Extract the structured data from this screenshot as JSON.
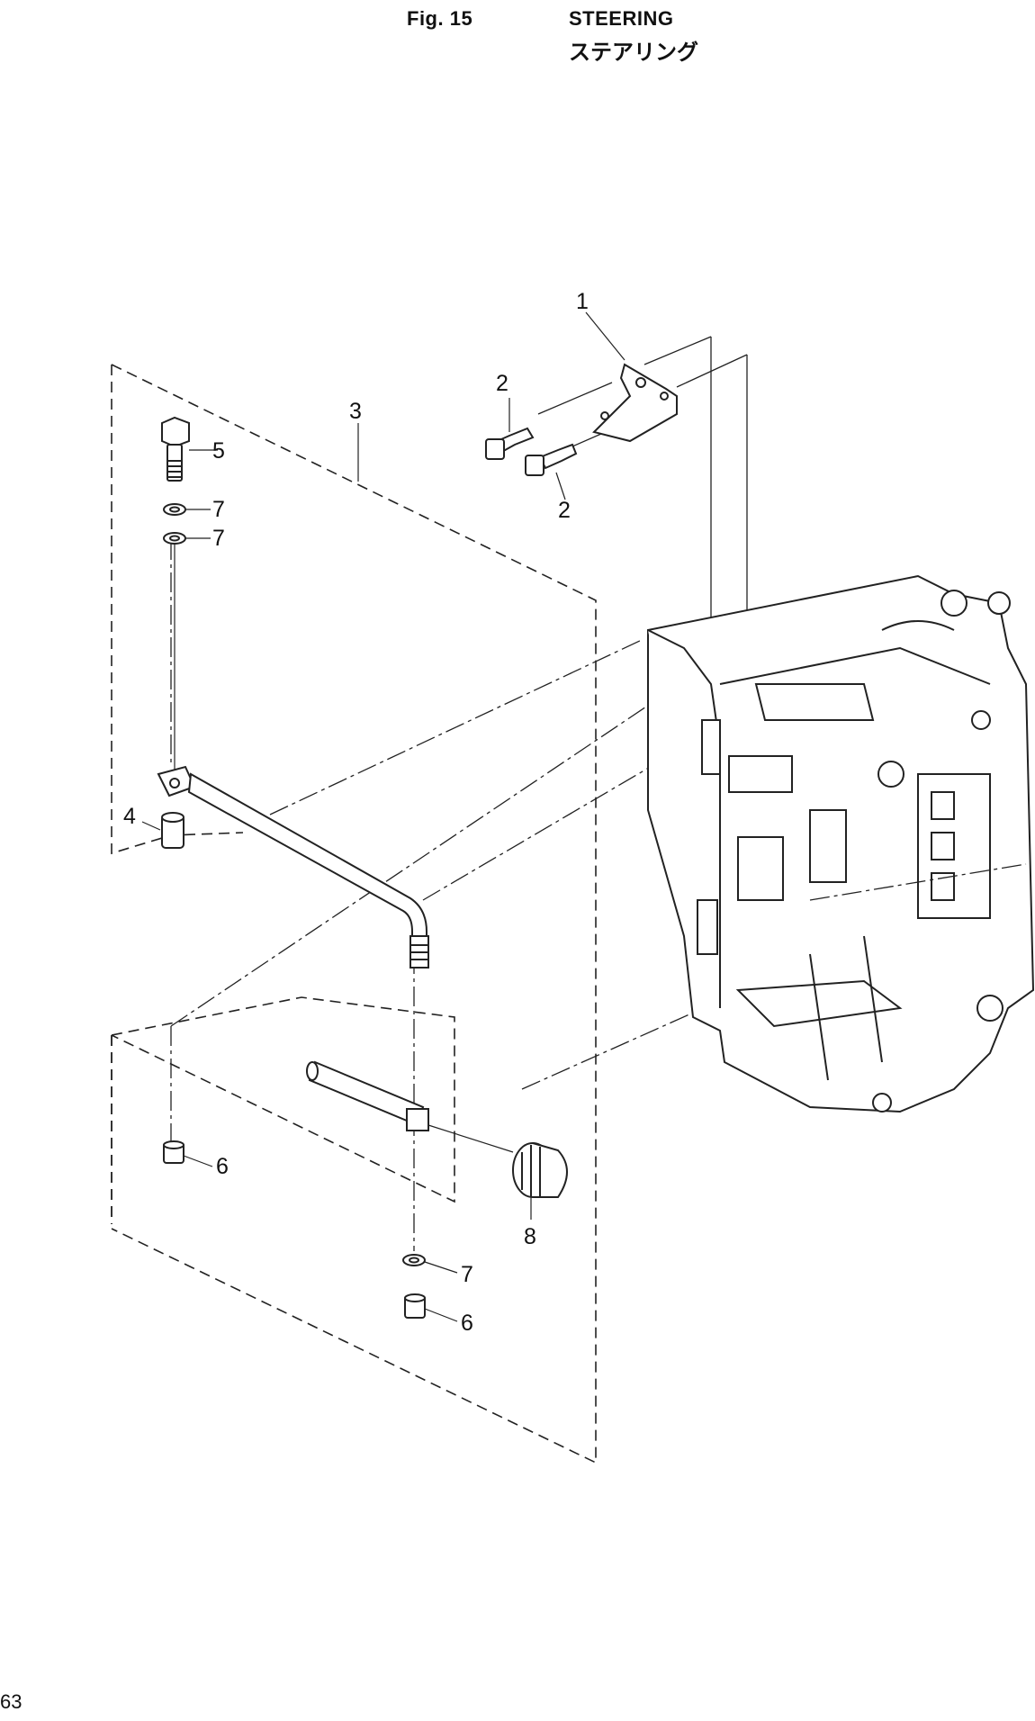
{
  "header": {
    "figure_label": "Fig. 15",
    "title_en": "STEERING",
    "title_jp": "ステアリング"
  },
  "page_number": "63",
  "callouts": [
    {
      "id": "c1",
      "text": "1"
    },
    {
      "id": "c2a",
      "text": "2"
    },
    {
      "id": "c2b",
      "text": "2"
    },
    {
      "id": "c3",
      "text": "3"
    },
    {
      "id": "c4",
      "text": "4"
    },
    {
      "id": "c5",
      "text": "5"
    },
    {
      "id": "c6a",
      "text": "6"
    },
    {
      "id": "c6b",
      "text": "6"
    },
    {
      "id": "c7a",
      "text": "7"
    },
    {
      "id": "c7b",
      "text": "7"
    },
    {
      "id": "c7c",
      "text": "7"
    },
    {
      "id": "c8",
      "text": "8"
    }
  ]
}
